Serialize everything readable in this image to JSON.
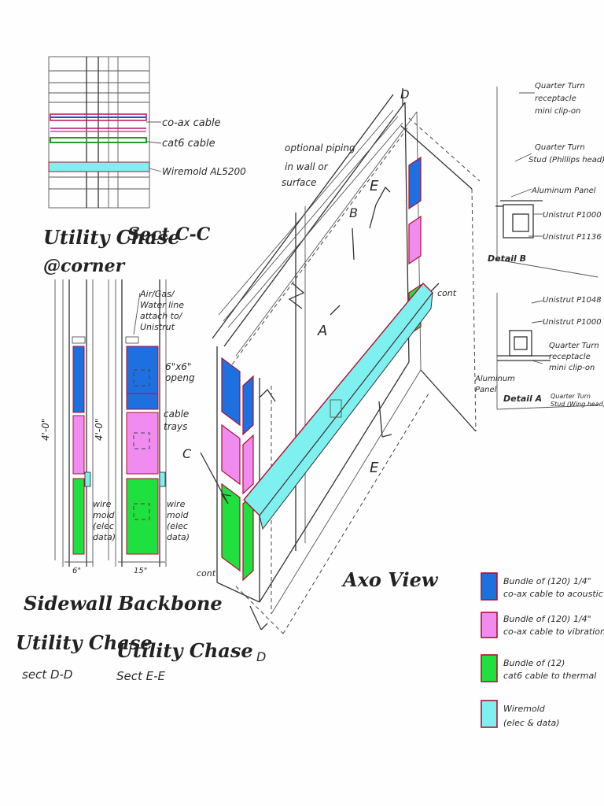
{
  "colors": {
    "coax_acoustic": "#1e6fe0",
    "coax_vibration": "#f08cf0",
    "cat6_thermal": "#20e040",
    "wiremold": "#7ef0f0",
    "outline": "#b01030"
  },
  "section_cc": {
    "labels": [
      "co-ax cable",
      "cat6 cable",
      "Wiremold AL5200"
    ],
    "title_line1": "Utility Chase",
    "title_line2": "@corner",
    "section_label": "Sect C-C"
  },
  "sidewall": {
    "dimension_height": "4'-0\"",
    "dimension_width": "6\"",
    "note_wiremold": [
      "wire",
      "mold",
      "(elec",
      "data)"
    ],
    "title_line1": "Sidewall",
    "title_line2": "Utility Chase",
    "section_label": "sect D-D"
  },
  "backbone": {
    "dimension_height": "4'-0\"",
    "dimension_width": "15\"",
    "note_air_gas": [
      "Air/Gas/",
      "Water line",
      "attach to/",
      "Unistrut"
    ],
    "note_opening": [
      "6\"x6\"",
      "openg"
    ],
    "note_trays": [
      "cable",
      "trays"
    ],
    "note_wiremold": [
      "wire",
      "mold",
      "(elec",
      "data)"
    ],
    "title_line1": "Backbone",
    "title_line2": "Utility Chase",
    "section_label": "Sect E-E"
  },
  "axo": {
    "title": "Axo View",
    "note_piping": [
      "optional piping",
      "in wall or",
      "surface"
    ],
    "cut_labels": {
      "a": "A",
      "b": "B",
      "c": "C",
      "d_top": "D",
      "d_bottom": "D",
      "e_top": "E",
      "e_bottom": "E"
    },
    "cont_labels": [
      "cont",
      "cont"
    ]
  },
  "detail_b": {
    "label": "Detail B",
    "notes": [
      "Quarter Turn",
      "receptacle",
      "mini clip-on",
      "Quarter Turn",
      "Stud (Phillips head)",
      "Aluminum Panel",
      "Unistrut P1000",
      "Unistrut P1136"
    ]
  },
  "detail_a": {
    "label": "Detail A",
    "notes": [
      "Unistrut P1048",
      "Unistrut P1000",
      "Quarter Turn",
      "receptacle",
      "mini clip-on",
      "Aluminum",
      "Panel",
      "Quarter Turn",
      "Stud (Wing head)"
    ]
  },
  "legend": {
    "items": [
      {
        "line1": "Bundle of (120) 1/4\"",
        "line2": "co-ax cable to acoustic"
      },
      {
        "line1": "Bundle of (120) 1/4\"",
        "line2": "co-ax cable to vibration"
      },
      {
        "line1": "Bundle of (12)",
        "line2": "cat6 cable to thermal"
      },
      {
        "line1": "Wiremold",
        "line2": "(elec & data)"
      }
    ]
  }
}
